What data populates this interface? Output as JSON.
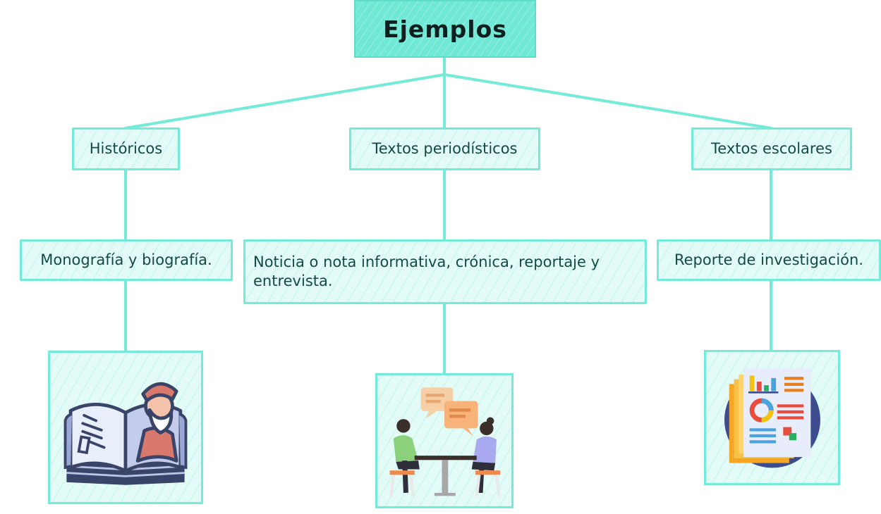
{
  "root": {
    "label": "Ejemplos"
  },
  "branches": [
    {
      "category": "Históricos",
      "example": "Monografía y biografía.",
      "icon": "book-historian-icon"
    },
    {
      "category": "Textos periodísticos",
      "example": "Noticia o nota informativa, crónica, reportaje y entrevista.",
      "icon": "interview-meeting-icon"
    },
    {
      "category": "Textos escolares",
      "example": "Reporte de investigación.",
      "icon": "research-report-icon"
    }
  ],
  "colors": {
    "accent": "#74ead9",
    "root_fill": "#6fe8d6",
    "node_fill": "#e2fbf6",
    "text": "#154a43"
  }
}
